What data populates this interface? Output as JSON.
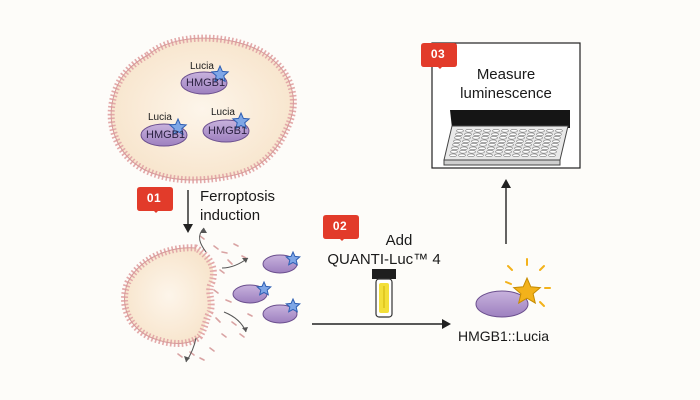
{
  "steps": [
    {
      "number": "01",
      "text": "Ferroptosis",
      "text2": "induction"
    },
    {
      "number": "02",
      "text": "Add",
      "text2": "QUANTI-Luc™ 4"
    },
    {
      "number": "03",
      "text": "Measure",
      "text2": "luminescence"
    }
  ],
  "protein": {
    "reporter": "Lucia",
    "name": "HMGB1"
  },
  "result_label": "HMGB1::Lucia",
  "colors": {
    "badge": "#e23b2a",
    "cell_fill": "#fbeedc",
    "membrane": "#e3a9a9",
    "protein_fill": "#b79cd0",
    "star_blue": "#4a7fd6",
    "star_gold": "#f3b21b",
    "tube_liquid": "#f3df3a"
  }
}
